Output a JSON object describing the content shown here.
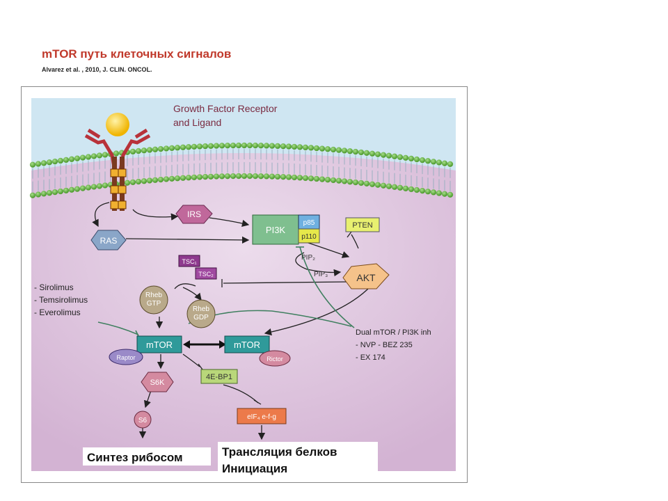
{
  "slide": {
    "title": "mTOR путь клеточных сигналов",
    "subtitle": "Alvarez et al. , 2010, J. CLIN. ONCOL."
  },
  "diagram": {
    "receptor_label_line1": "Growth Factor Receptor",
    "receptor_label_line2": "and Ligand",
    "nodes": {
      "irs": "IRS",
      "pi3k": "PI3K",
      "p85": "p85",
      "p110": "p110",
      "pten": "PTEN",
      "ras": "RAS",
      "pip2": "PIP₂",
      "pip3": "PIP₃",
      "akt": "AKT",
      "tsc1": "TSC₁",
      "tsc2": "TSC₂",
      "rheb_gtp_line1": "Rheb",
      "rheb_gtp_line2": "GTP",
      "rheb_gdp_line1": "Rheb",
      "rheb_gdp_line2": "GDP",
      "mtor1": "mTOR",
      "mtor2": "mTOR",
      "raptor": "Raptor",
      "rictor": "Rictor",
      "s6k": "S6K",
      "ebp1": "4E-BP1",
      "s6": "S6",
      "eif": "eIF₄ e-f-g"
    },
    "inhibitors_left": [
      "- Sirolimus",
      "- Temsirolimus",
      "- Everolimus"
    ],
    "inhibitors_right": [
      "Dual mTOR / PI3K inh",
      "- NVP - BEZ 235",
      "- EX 174"
    ],
    "outcome_ribosome": "Синтез рибосом",
    "outcome_translation_line1": "Трансляция белков",
    "outcome_translation_line2": "Инициация"
  },
  "colors": {
    "title_red": "#c0392b",
    "cytoplasm": "#dcc3dc",
    "extracellular": "#cfe6f2",
    "membrane_head": "#6ab04c",
    "mtor_teal": "#2f9a9a",
    "pi3k_green": "#7fbf8f",
    "akt_orange": "#f5c28a",
    "irs_magenta": "#c0689b",
    "ras_blue": "#8aa6c8",
    "tsc_purple": "#8e3a8e",
    "rheb_tan": "#b9a98a",
    "s6k_pink": "#d48aa0",
    "eif_orange": "#ec7a4a",
    "ebp1_green": "#b9d77a",
    "pten_yellow": "#e8f070",
    "inhibitor_line": "#3f7f5f"
  }
}
